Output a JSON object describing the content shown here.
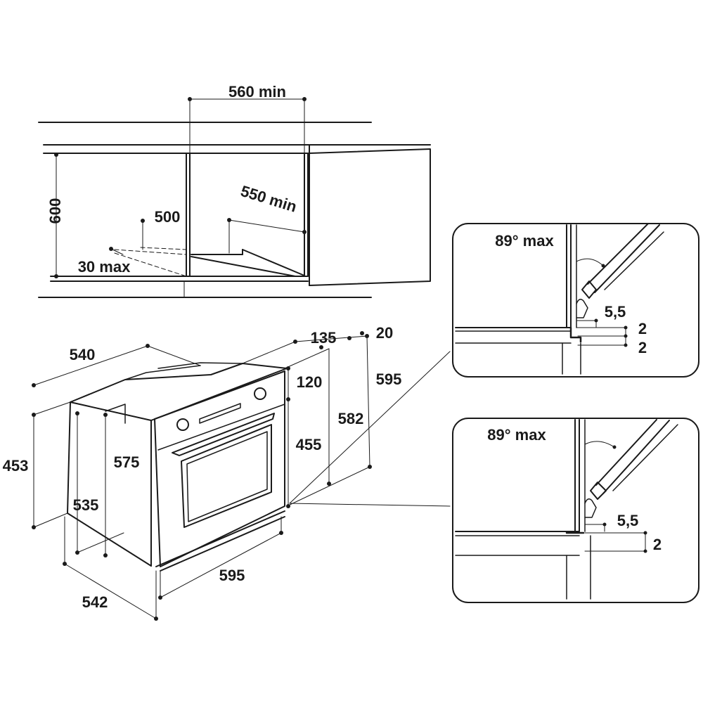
{
  "installation": {
    "niche_width": "560 min",
    "niche_depth": "550 min",
    "niche_height": "600",
    "opening_depth": "500",
    "gap": "30 max"
  },
  "oven": {
    "top_depth": "540",
    "top_offset": "135",
    "front_thickness": "20",
    "panel_height": "120",
    "front_height": "595",
    "door_height": "582",
    "cavity_height": "455",
    "body_height": "453",
    "body_depth": "575",
    "lower_depth": "535",
    "total_depth": "542",
    "width": "595"
  },
  "details": [
    {
      "angle": "89° max",
      "gap": "5,5",
      "step_a": "2",
      "step_b": "2"
    },
    {
      "angle": "89° max",
      "gap": "5,5",
      "step_a": "2"
    }
  ]
}
